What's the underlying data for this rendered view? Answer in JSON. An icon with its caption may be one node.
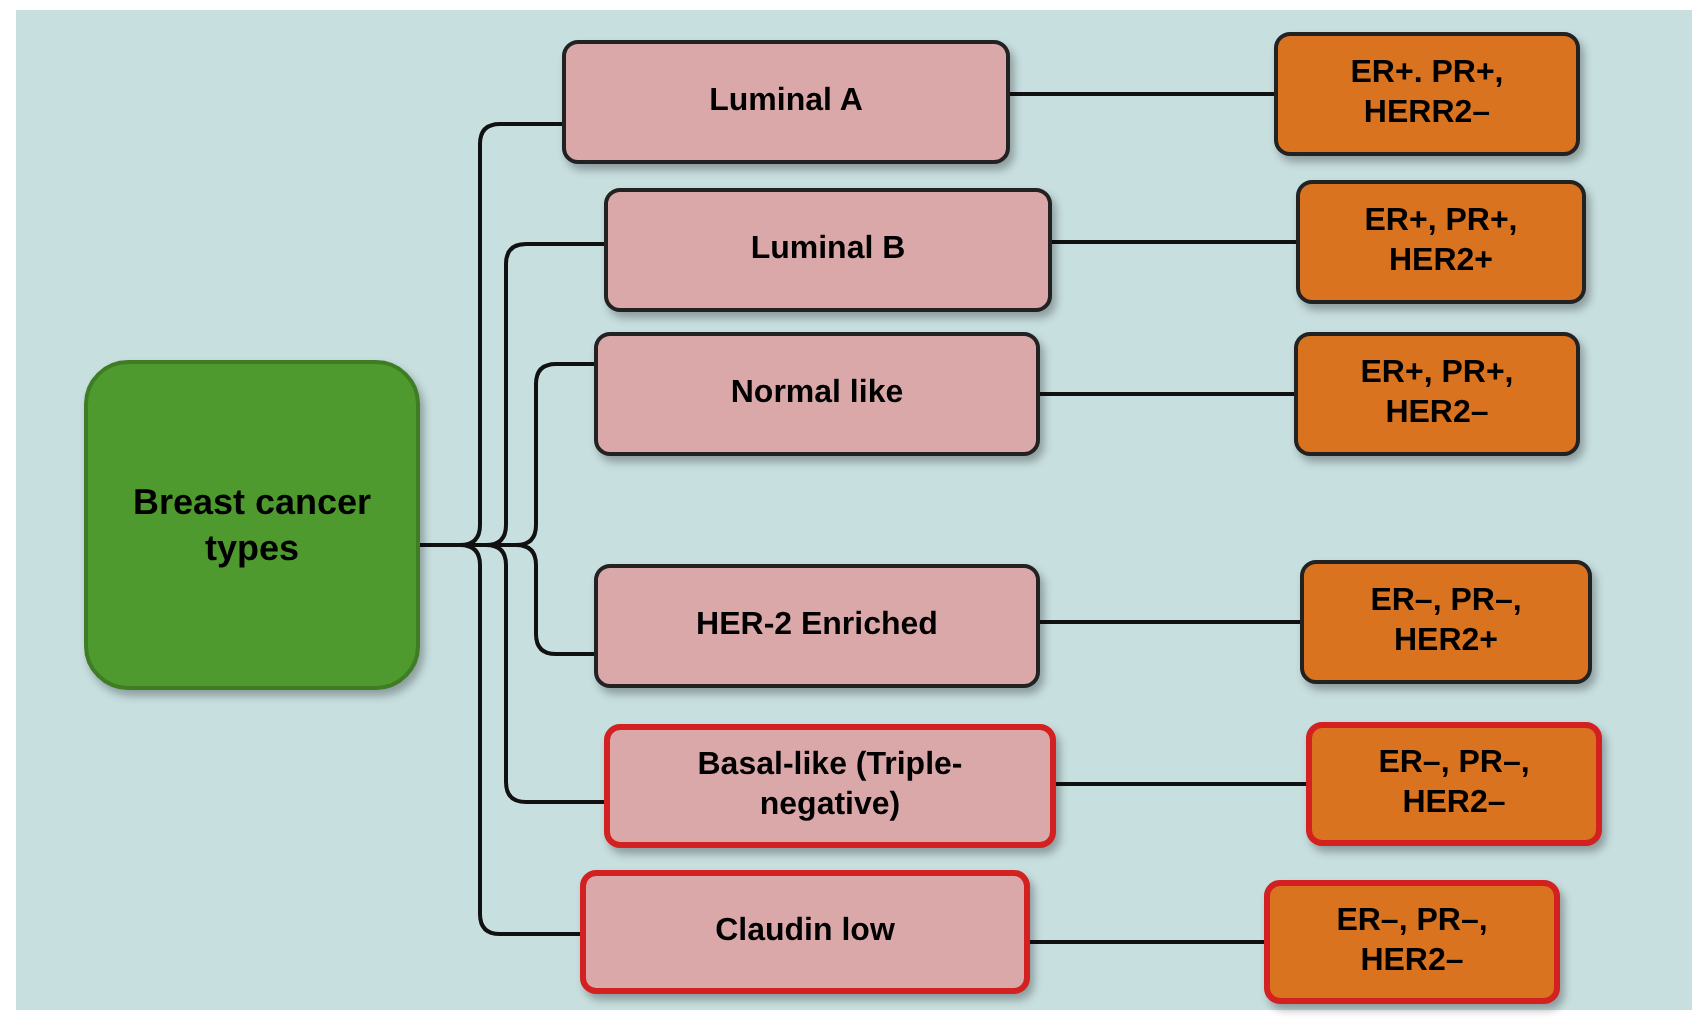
{
  "diagram": {
    "nodes": [
      {
        "text": [
          "Breast cancer types"
        ]
      },
      {
        "text": [
          "Luminal A"
        ]
      },
      {
        "text": [
          "Luminal B"
        ]
      },
      {
        "text": [
          "Normal like"
        ]
      },
      {
        "text": [
          "HER-2 Enriched"
        ]
      },
      {
        "text": [
          "Basal-like (Triple-negative)"
        ]
      },
      {
        "text": [
          "Claudin low"
        ]
      },
      {
        "text": [
          "ER+. PR+, HERR2–"
        ]
      },
      {
        "text": [
          "ER+, PR+, HER2+"
        ]
      },
      {
        "text": [
          "ER+, PR+, HER2–"
        ]
      },
      {
        "text": [
          "ER–, PR–, HER2+"
        ]
      },
      {
        "text": [
          "ER–, PR–, HER2–"
        ]
      },
      {
        "text": [
          "ER–, PR–, HER2–"
        ]
      }
    ],
    "edges": [
      {
        "from": 0,
        "to": 1,
        "arrow": "none"
      },
      {
        "from": 0,
        "to": 2,
        "arrow": "none"
      },
      {
        "from": 0,
        "to": 3,
        "arrow": "none"
      },
      {
        "from": 0,
        "to": 4,
        "arrow": "none"
      },
      {
        "from": 0,
        "to": 5,
        "arrow": "none"
      },
      {
        "from": 0,
        "to": 6,
        "arrow": "none"
      },
      {
        "from": 1,
        "to": 7,
        "arrow": "none"
      },
      {
        "from": 2,
        "to": 8,
        "arrow": "none"
      },
      {
        "from": 3,
        "to": 9,
        "arrow": "none"
      },
      {
        "from": 4,
        "to": 10,
        "arrow": "none"
      },
      {
        "from": 5,
        "to": 11,
        "arrow": "none"
      },
      {
        "from": 6,
        "to": 12,
        "arrow": "none"
      }
    ]
  }
}
